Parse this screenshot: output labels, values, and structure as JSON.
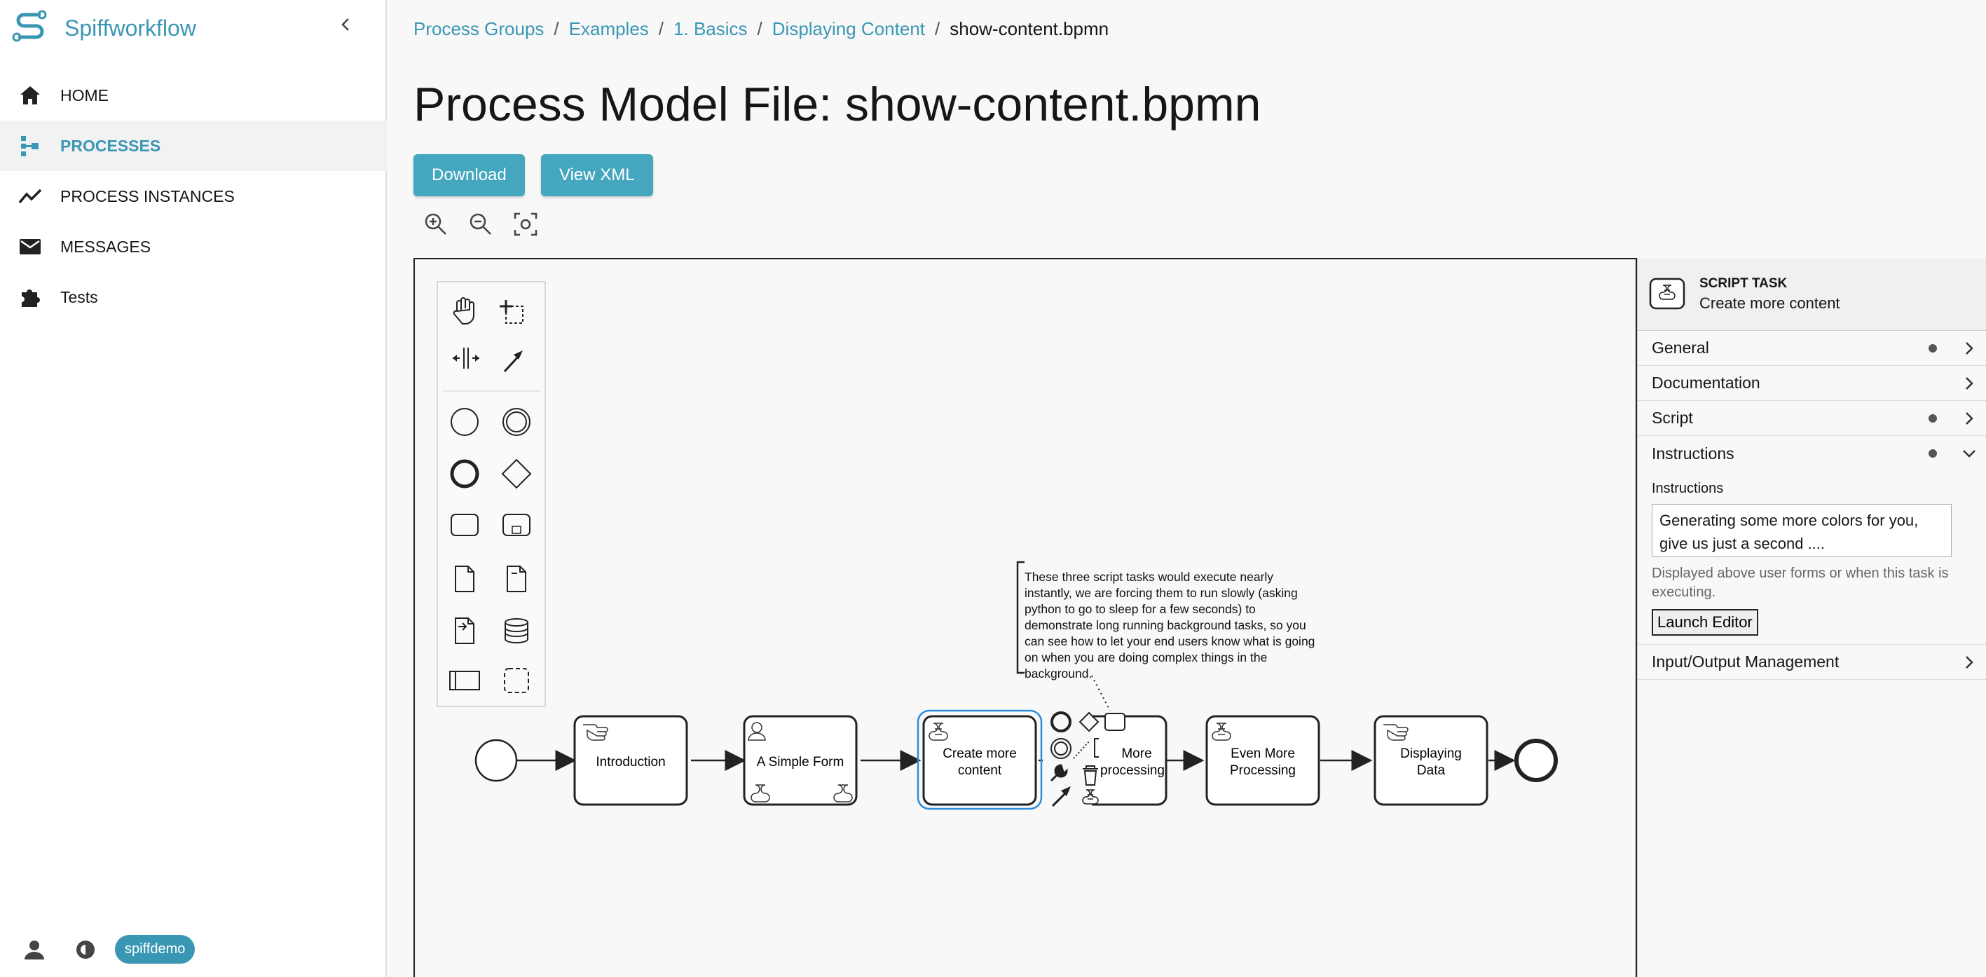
{
  "sidebar": {
    "app_name": "Spiffworkflow",
    "items": [
      {
        "label": "HOME",
        "icon": "home-icon"
      },
      {
        "label": "PROCESSES",
        "icon": "process-tree-icon"
      },
      {
        "label": "PROCESS INSTANCES",
        "icon": "chart-line-icon"
      },
      {
        "label": "MESSAGES",
        "icon": "envelope-icon"
      },
      {
        "label": "Tests",
        "icon": "puzzle-icon"
      }
    ],
    "user_badge": "spiffdemo"
  },
  "breadcrumb": [
    "Process Groups",
    "Examples",
    "1. Basics",
    "Displaying Content",
    "show-content.bpmn"
  ],
  "page": {
    "title": "Process Model File: show-content.bpmn",
    "download_label": "Download",
    "viewxml_label": "View XML"
  },
  "diagram": {
    "tasks": [
      {
        "label": "Introduction",
        "kind": "manual"
      },
      {
        "label": "A Simple Form",
        "kind": "user"
      },
      {
        "label": "Create more content",
        "kind": "script"
      },
      {
        "label": "More processing",
        "kind": "script"
      },
      {
        "label": "Even More Processing",
        "kind": "script"
      },
      {
        "label": "Displaying Data",
        "kind": "manual"
      }
    ],
    "annotation": [
      "These three script tasks would execute nearly",
      "instantly, we are forcing them to run slowly (asking",
      "python to go to sleep for a few seconds) to",
      "demonstrate long running background tasks, so you",
      "can see how to let your end users know what is going",
      "on when you are doing complex things in the",
      "background."
    ]
  },
  "props": {
    "type": "SCRIPT TASK",
    "name": "Create more content",
    "groups": [
      "General",
      "Documentation",
      "Script",
      "Instructions",
      "Input/Output Management"
    ],
    "instructions_label": "Instructions",
    "instructions_text": "Generating some more colors for you, give us just a second ....",
    "instructions_hint": "Displayed above user forms or when this task is executing.",
    "launch_editor": "Launch Editor"
  },
  "colors": {
    "accent": "#3a97b4",
    "button": "#45a6bf",
    "selection": "#2e8ddd"
  }
}
